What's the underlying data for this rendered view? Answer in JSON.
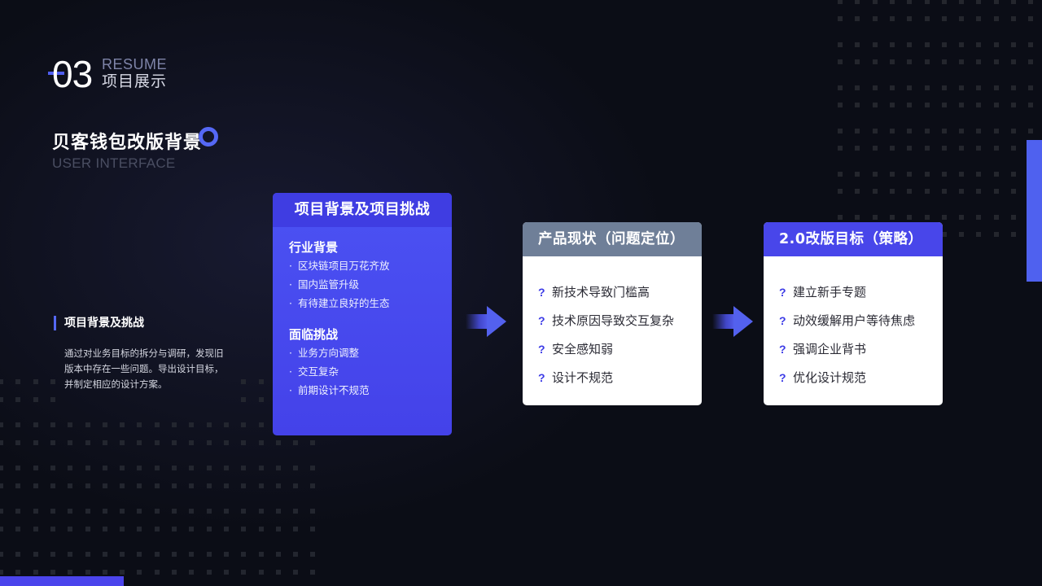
{
  "header": {
    "section_number": "03",
    "section_label_en": "RESUME",
    "section_label_cn": "项目展示"
  },
  "page": {
    "title": "贝客钱包改版背景",
    "subtitle": "USER INTERFACE"
  },
  "sidebar": {
    "title": "项目背景及挑战",
    "description": "通过对业务目标的拆分与调研，发现旧版本中存在一些问题。导出设计目标，并制定相应的设计方案。"
  },
  "cards": [
    {
      "title": "项目背景及项目挑战",
      "groups": [
        {
          "title": "行业背景",
          "items": [
            "区块链项目万花齐放",
            "国内监管升级",
            "有待建立良好的生态"
          ]
        },
        {
          "title": "面临挑战",
          "items": [
            "业务方向调整",
            "交互复杂",
            "前期设计不规范"
          ]
        }
      ]
    },
    {
      "title": "产品现状（问题定位）",
      "items": [
        "新技术导致门槛高",
        "技术原因导致交互复杂",
        "安全感知弱",
        "设计不规范"
      ]
    },
    {
      "title": "2.0改版目标（策略）",
      "items": [
        "建立新手专题",
        "动效缓解用户等待焦虑",
        "强调企业背书",
        "优化设计规范"
      ]
    }
  ],
  "icons": {
    "bullet": "·",
    "question": "?",
    "arrow": "arrow-right-icon"
  },
  "colors": {
    "background": "#0b0d16",
    "accent": "#5568f5",
    "card_primary": "#4442e9",
    "card_header_gray": "#6f7f98",
    "card_header_blue": "#4846ea"
  }
}
